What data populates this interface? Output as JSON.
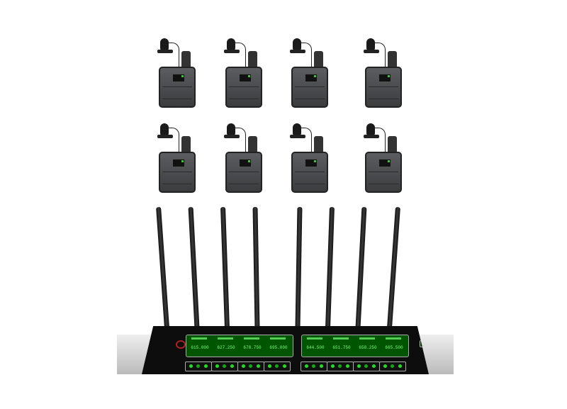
{
  "bodypack_count": 8,
  "antenna_count": 8,
  "receiver": {
    "channels": [
      {
        "frequency": "615.000"
      },
      {
        "frequency": "627.250"
      },
      {
        "frequency": "678.750"
      },
      {
        "frequency": "695.000"
      },
      {
        "frequency": "644.500"
      },
      {
        "frequency": "651.750"
      },
      {
        "frequency": "658.250"
      },
      {
        "frequency": "665.500"
      }
    ],
    "colors": {
      "lcd": "#7f7",
      "led": "#2d2",
      "panel": "#0d0d0d"
    }
  }
}
